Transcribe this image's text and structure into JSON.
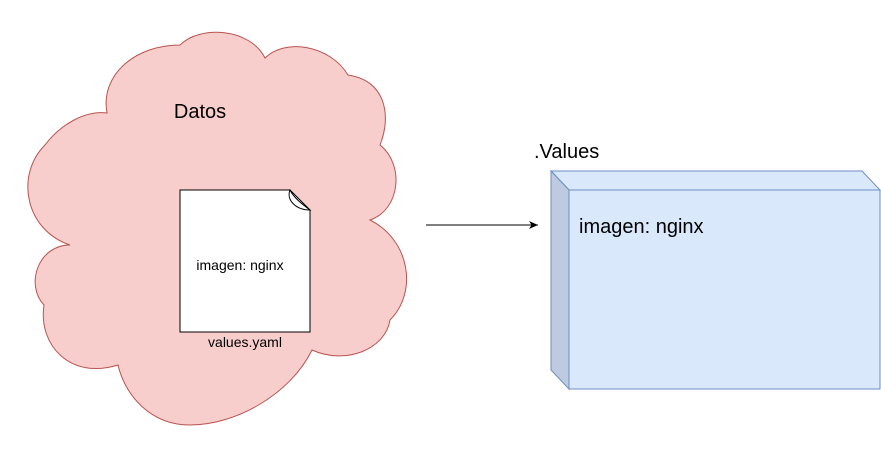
{
  "diagram": {
    "cloud": {
      "label": "Datos",
      "fill": "#f8cecc",
      "stroke": "#b85450"
    },
    "document": {
      "content": "imagen: nginx",
      "caption": "values.yaml",
      "fill": "#ffffff",
      "stroke": "#000000"
    },
    "arrow": {
      "color": "#000000",
      "direction": "right"
    },
    "box": {
      "title": ".Values",
      "content": "imagen: nginx",
      "fill": "#dae8fc",
      "stroke": "#6c8ebf",
      "side_fill": "#bdcae0"
    }
  }
}
